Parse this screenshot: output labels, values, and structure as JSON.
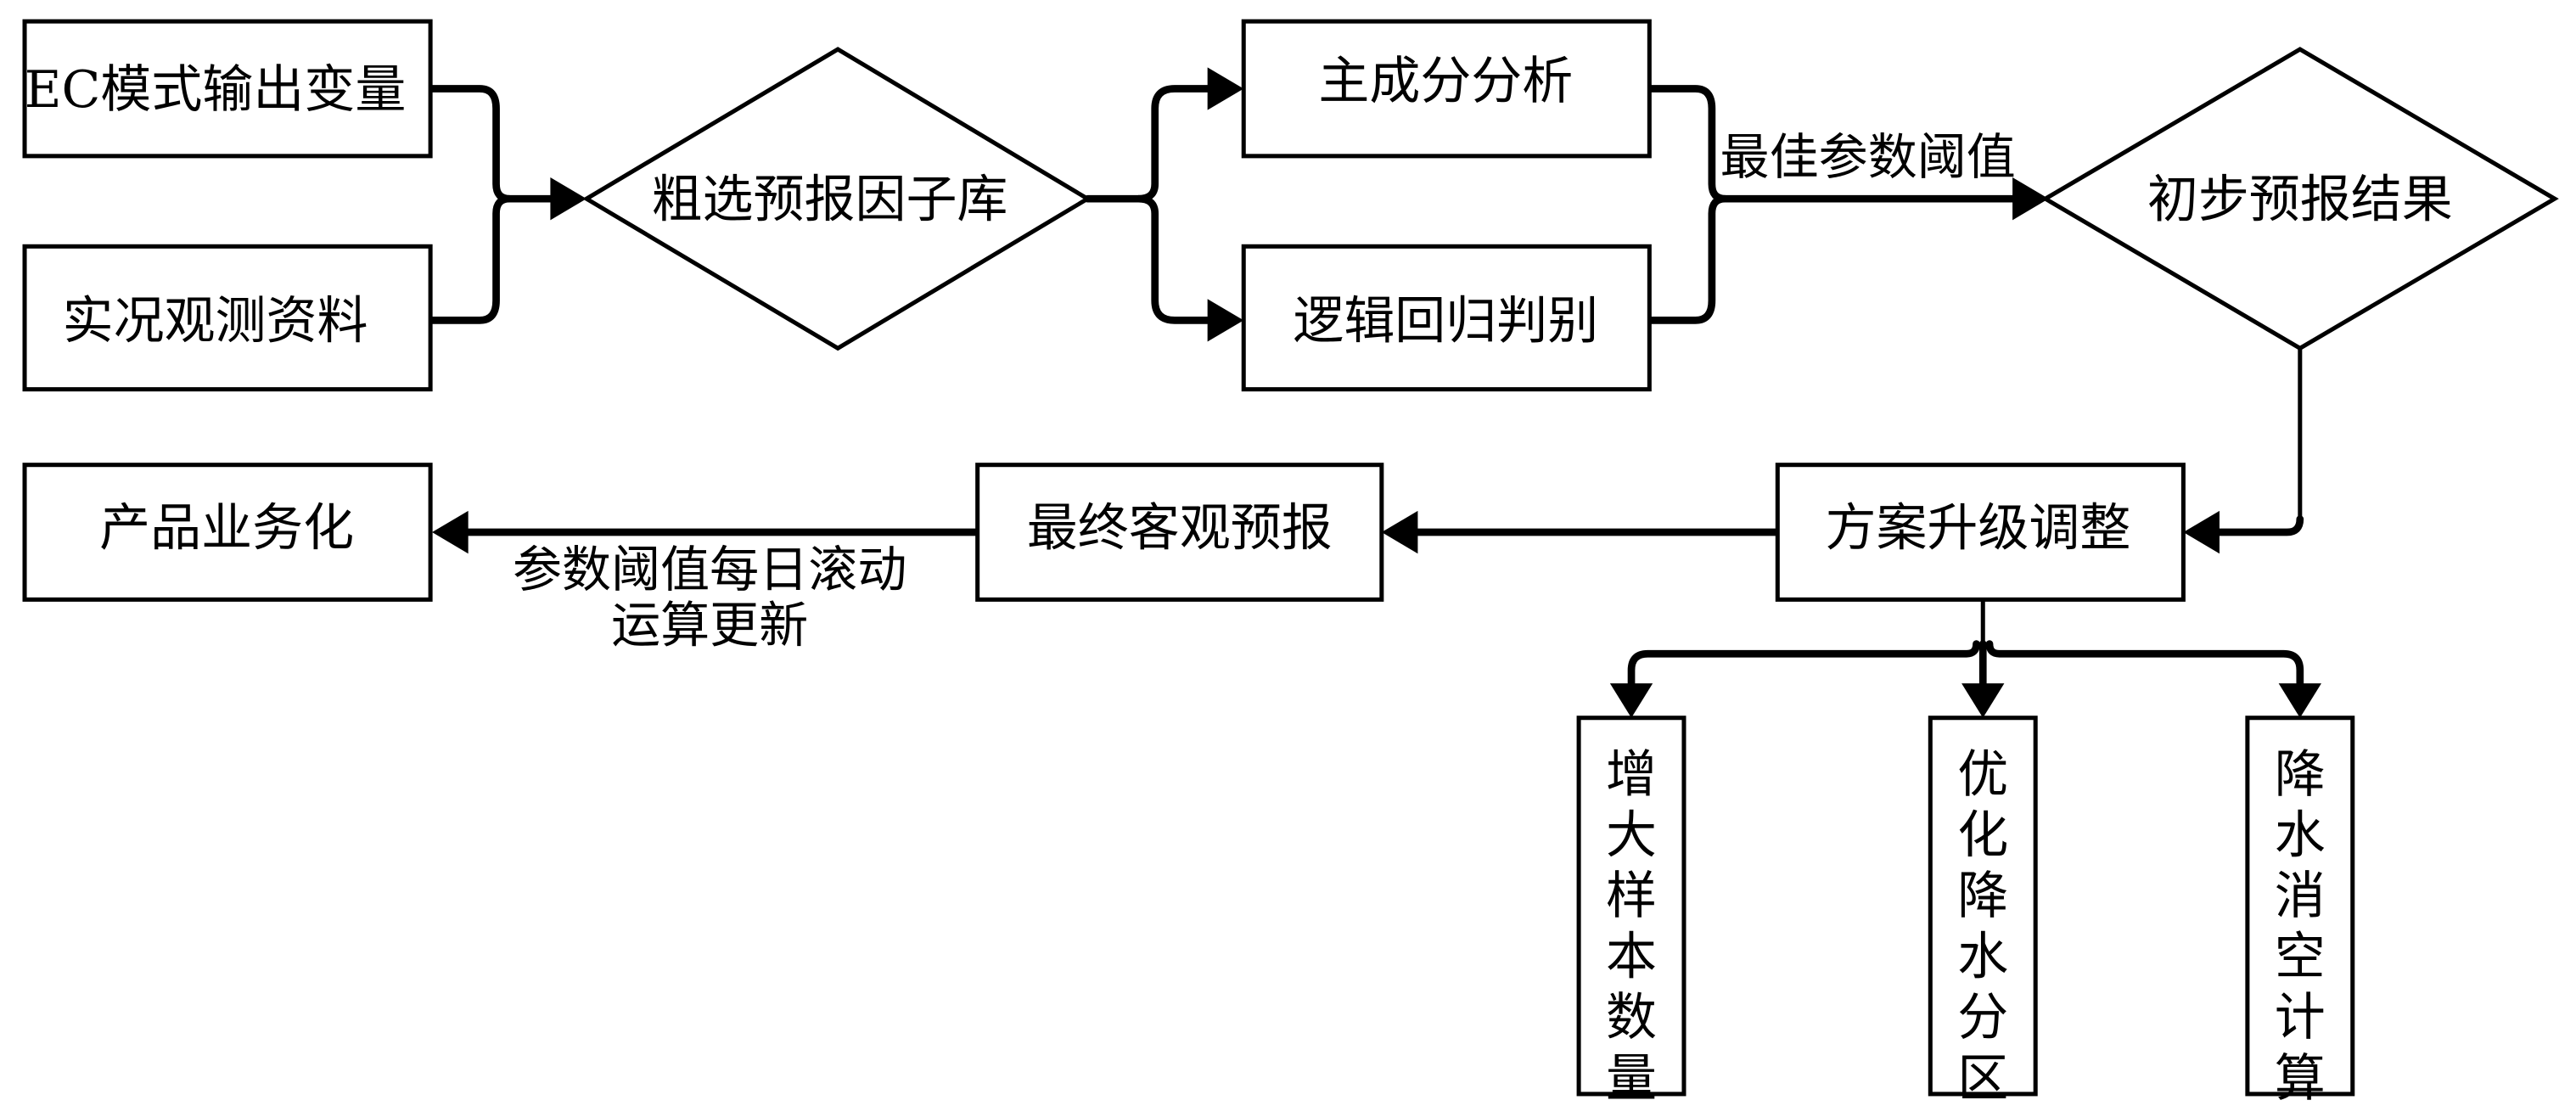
{
  "diagram": {
    "type": "flowchart",
    "nodes": {
      "ec_output": "EC模式输出变量",
      "observation": "实况观测资料",
      "factor_library": "粗选预报因子库",
      "pca": "主成分分析",
      "logistic": "逻辑回归判别",
      "preliminary": "初步预报结果",
      "upgrade": "方案升级调整",
      "final": "最终客观预报",
      "product": "产品业务化",
      "sample": "增大样本数量",
      "zoning": "优化降水分区",
      "false_alarm": "降水消空计算"
    },
    "edge_labels": {
      "best_threshold": "最佳参数阈值",
      "daily_update_line1": "参数阈值每日滚动",
      "daily_update_line2": "运算更新"
    },
    "edges": [
      {
        "from": "ec_output",
        "to": "factor_library"
      },
      {
        "from": "observation",
        "to": "factor_library"
      },
      {
        "from": "factor_library",
        "to": "pca"
      },
      {
        "from": "factor_library",
        "to": "logistic"
      },
      {
        "from": "pca",
        "to": "preliminary",
        "label": "最佳参数阈值"
      },
      {
        "from": "logistic",
        "to": "preliminary",
        "label": "最佳参数阈值"
      },
      {
        "from": "preliminary",
        "to": "upgrade"
      },
      {
        "from": "upgrade",
        "to": "final"
      },
      {
        "from": "final",
        "to": "product",
        "label": "参数阈值每日滚动运算更新"
      },
      {
        "from": "upgrade",
        "to": "sample"
      },
      {
        "from": "upgrade",
        "to": "zoning"
      },
      {
        "from": "upgrade",
        "to": "false_alarm"
      }
    ]
  }
}
